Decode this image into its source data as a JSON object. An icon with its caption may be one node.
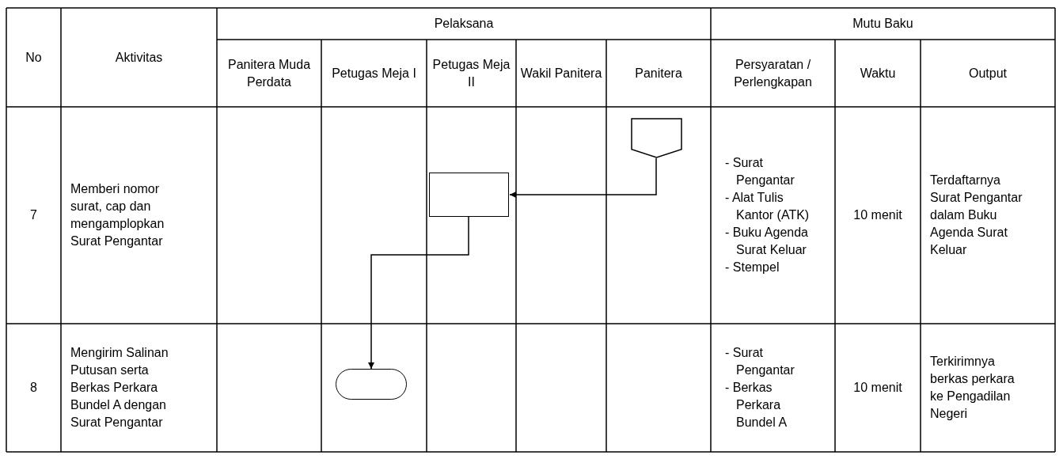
{
  "diagram": {
    "nodes": [
      {
        "text": [],
        "shape": "pentagon"
      },
      {
        "text": [],
        "shape": "box"
      },
      {
        "text": [],
        "shape": "terminator"
      }
    ],
    "edges": [
      {
        "from": 0,
        "to": 1,
        "arrow": "to"
      },
      {
        "from": 1,
        "to": 2,
        "arrow": "to"
      }
    ],
    "labels": [
      "No",
      "Aktivitas",
      "Pelaksana",
      "Mutu Baku",
      "Panitera Muda Perdata",
      "Petugas Meja I",
      "Petugas Meja II",
      "Wakil Panitera",
      "Panitera",
      "Persyaratan / Perlengkapan",
      "Waktu",
      "Output",
      "7",
      "Memberi nomor surat, cap dan mengamplopkan Surat Pengantar",
      "- Surat Pengantar",
      "- Alat Tulis Kantor (ATK)",
      "- Buku Agenda Surat Keluar",
      "- Stempel",
      "10 menit",
      "Terdaftarnya Surat Pengantar dalam Buku Agenda Surat Keluar",
      "8",
      "Mengirim Salinan Putusan serta Berkas Perkara Bundel A dengan Surat Pengantar",
      "- Surat Pengantar",
      "- Berkas Perkara Bundel A",
      "10 menit",
      "Terkirimnya berkas perkara ke Pengadilan Negeri"
    ]
  }
}
